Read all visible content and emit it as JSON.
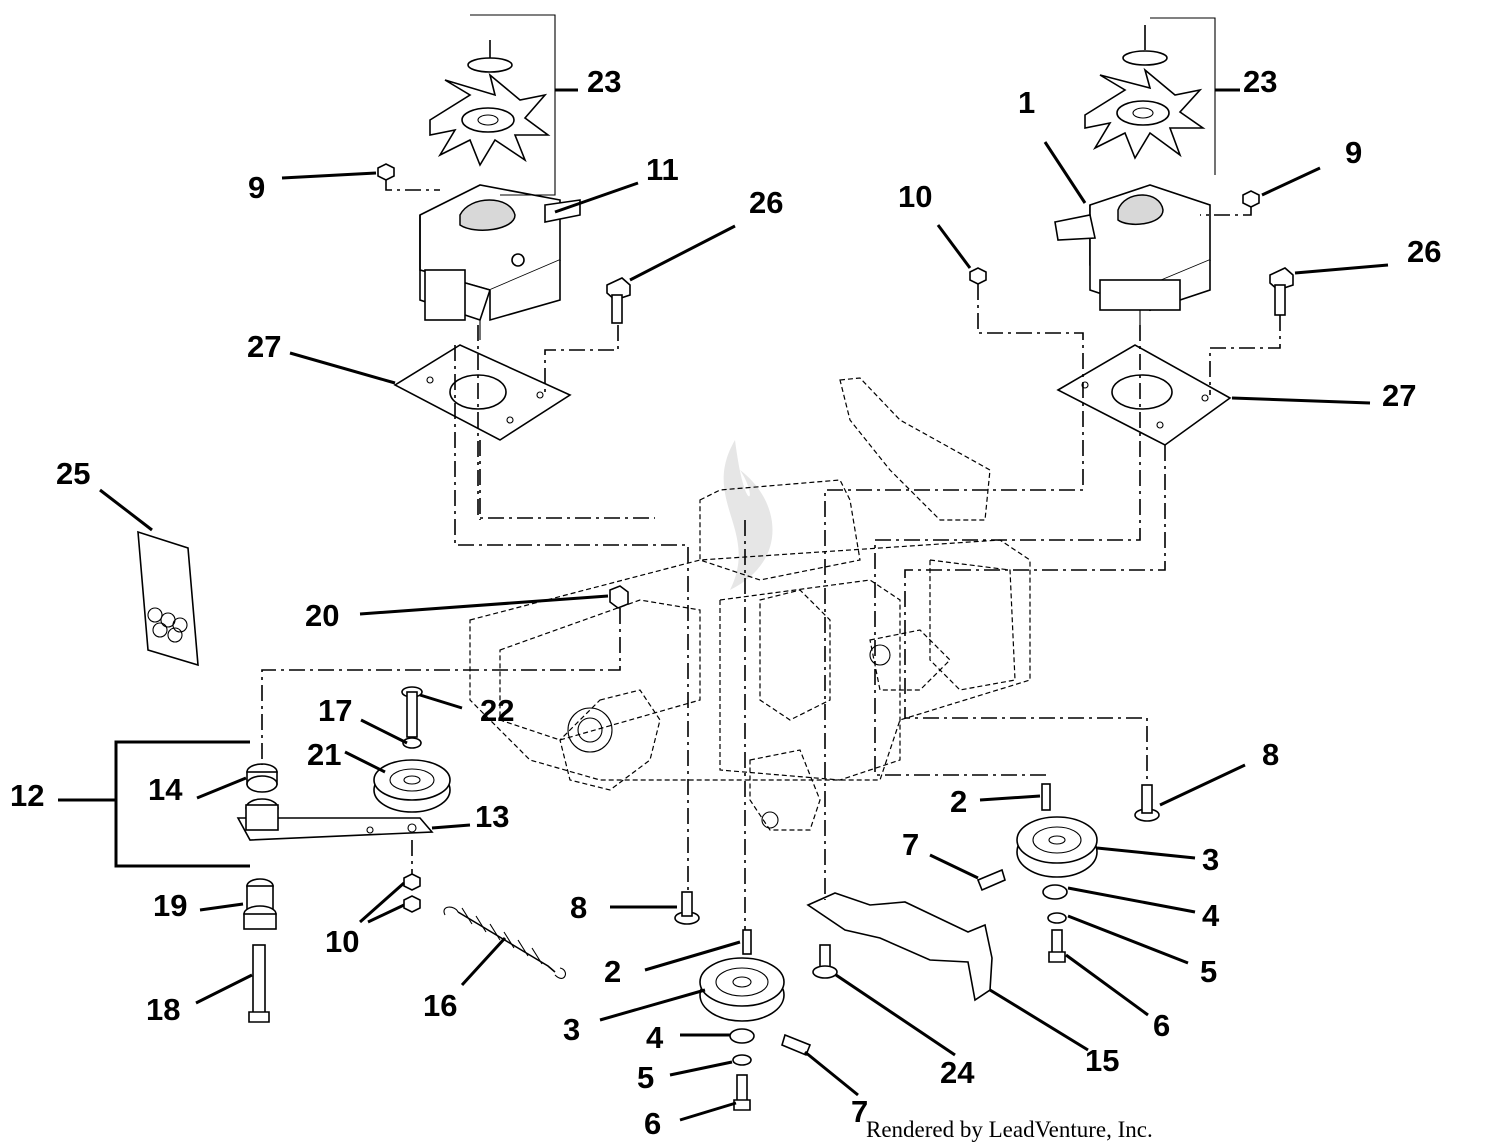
{
  "diagram": {
    "credit": "Rendered by LeadVenture, Inc.",
    "callouts": {
      "c23a": "23",
      "c23b": "23",
      "c1": "1",
      "c9a": "9",
      "c9b": "9",
      "c11": "11",
      "c26a": "26",
      "c26b": "26",
      "c10a": "10",
      "c10b": "10",
      "c27a": "27",
      "c27b": "27",
      "c25": "25",
      "c20": "20",
      "c17": "17",
      "c22": "22",
      "c21": "21",
      "c12": "12",
      "c14": "14",
      "c13": "13",
      "c19": "19",
      "c18": "18",
      "c16": "16",
      "c8a": "8",
      "c8b": "8",
      "c2a": "2",
      "c2b": "2",
      "c3a": "3",
      "c3b": "3",
      "c4a": "4",
      "c4b": "4",
      "c5a": "5",
      "c5b": "5",
      "c6a": "6",
      "c6b": "6",
      "c7a": "7",
      "c7b": "7",
      "c24": "24",
      "c15": "15"
    }
  }
}
